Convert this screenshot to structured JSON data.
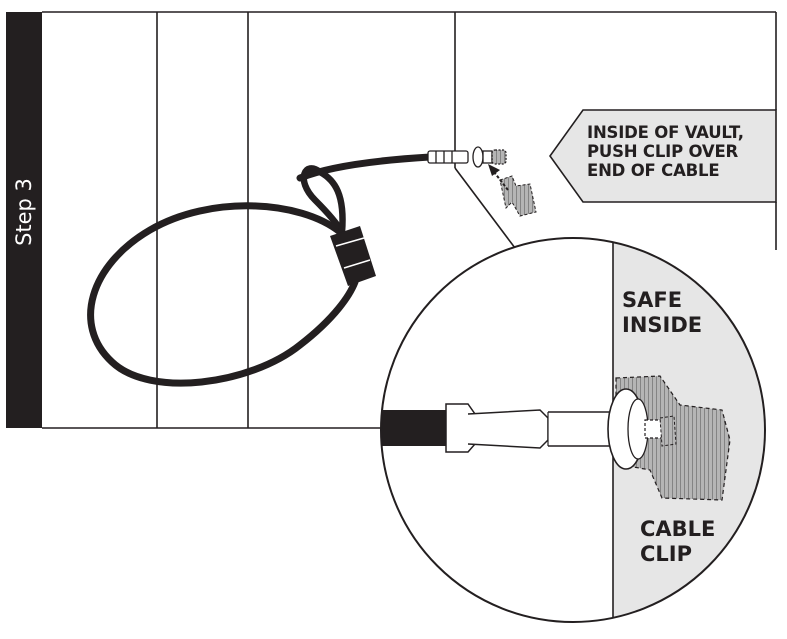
{
  "step": {
    "label": "Step 3"
  },
  "callout": {
    "lines": [
      "INSIDE OF VAULT,",
      "PUSH CLIP OVER",
      "END OF CABLE"
    ]
  },
  "detail": {
    "safe_label": [
      "SAFE",
      "INSIDE"
    ],
    "clip_label": [
      "CABLE",
      "CLIP"
    ]
  },
  "colors": {
    "ink": "#231f20",
    "panel_gray": "#e6e6e6",
    "clip_gray": "#9a9a9a"
  }
}
